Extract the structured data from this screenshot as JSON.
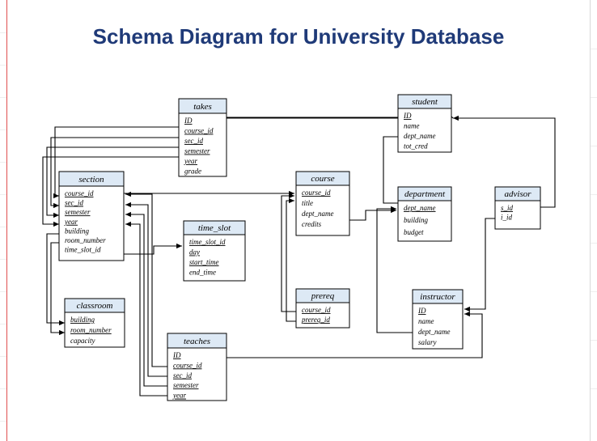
{
  "title": "Schema Diagram for University Database",
  "tables": {
    "takes": {
      "name": "takes",
      "attributes": [
        {
          "label": "ID",
          "key": true
        },
        {
          "label": "course_id",
          "key": true
        },
        {
          "label": "sec_id",
          "key": true
        },
        {
          "label": "semester",
          "key": true
        },
        {
          "label": "year",
          "key": true
        },
        {
          "label": "grade",
          "key": false
        }
      ]
    },
    "student": {
      "name": "student",
      "attributes": [
        {
          "label": "ID",
          "key": true
        },
        {
          "label": "name",
          "key": false
        },
        {
          "label": "dept_name",
          "key": false
        },
        {
          "label": "tot_cred",
          "key": false
        }
      ]
    },
    "section": {
      "name": "section",
      "attributes": [
        {
          "label": "course_id",
          "key": true
        },
        {
          "label": "sec_id",
          "key": true
        },
        {
          "label": "semester",
          "key": true
        },
        {
          "label": "year",
          "key": true
        },
        {
          "label": "building",
          "key": false
        },
        {
          "label": "room_number",
          "key": false
        },
        {
          "label": "time_slot_id",
          "key": false
        }
      ]
    },
    "course": {
      "name": "course",
      "attributes": [
        {
          "label": "course_id",
          "key": true
        },
        {
          "label": "title",
          "key": false
        },
        {
          "label": "dept_name",
          "key": false
        },
        {
          "label": "credits",
          "key": false
        }
      ]
    },
    "department": {
      "name": "department",
      "attributes": [
        {
          "label": "dept_name",
          "key": true
        },
        {
          "label": "building",
          "key": false
        },
        {
          "label": "budget",
          "key": false
        }
      ]
    },
    "advisor": {
      "name": "advisor",
      "attributes": [
        {
          "label": "s_id",
          "key": true
        },
        {
          "label": "i_id",
          "key": false
        }
      ]
    },
    "time_slot": {
      "name": "time_slot",
      "attributes": [
        {
          "label": "time_slot_id",
          "key": true
        },
        {
          "label": "day",
          "key": true
        },
        {
          "label": "start_time",
          "key": true
        },
        {
          "label": "end_time",
          "key": false
        }
      ]
    },
    "prereq": {
      "name": "prereq",
      "attributes": [
        {
          "label": "course_id",
          "key": true
        },
        {
          "label": "prereq_id",
          "key": true
        }
      ]
    },
    "classroom": {
      "name": "classroom",
      "attributes": [
        {
          "label": "building",
          "key": true
        },
        {
          "label": "room_number",
          "key": true
        },
        {
          "label": "capacity",
          "key": false
        }
      ]
    },
    "instructor": {
      "name": "instructor",
      "attributes": [
        {
          "label": "ID",
          "key": true
        },
        {
          "label": "name",
          "key": false
        },
        {
          "label": "dept_name",
          "key": false
        },
        {
          "label": "salary",
          "key": false
        }
      ]
    },
    "teaches": {
      "name": "teaches",
      "attributes": [
        {
          "label": "ID",
          "key": true
        },
        {
          "label": "course_id",
          "key": true
        },
        {
          "label": "sec_id",
          "key": true
        },
        {
          "label": "semester",
          "key": true
        },
        {
          "label": "year",
          "key": true
        }
      ]
    }
  },
  "colors": {
    "title": "#1f3a78",
    "header_fill": "#dde9f5",
    "border": "#000000",
    "line": "#000000"
  }
}
